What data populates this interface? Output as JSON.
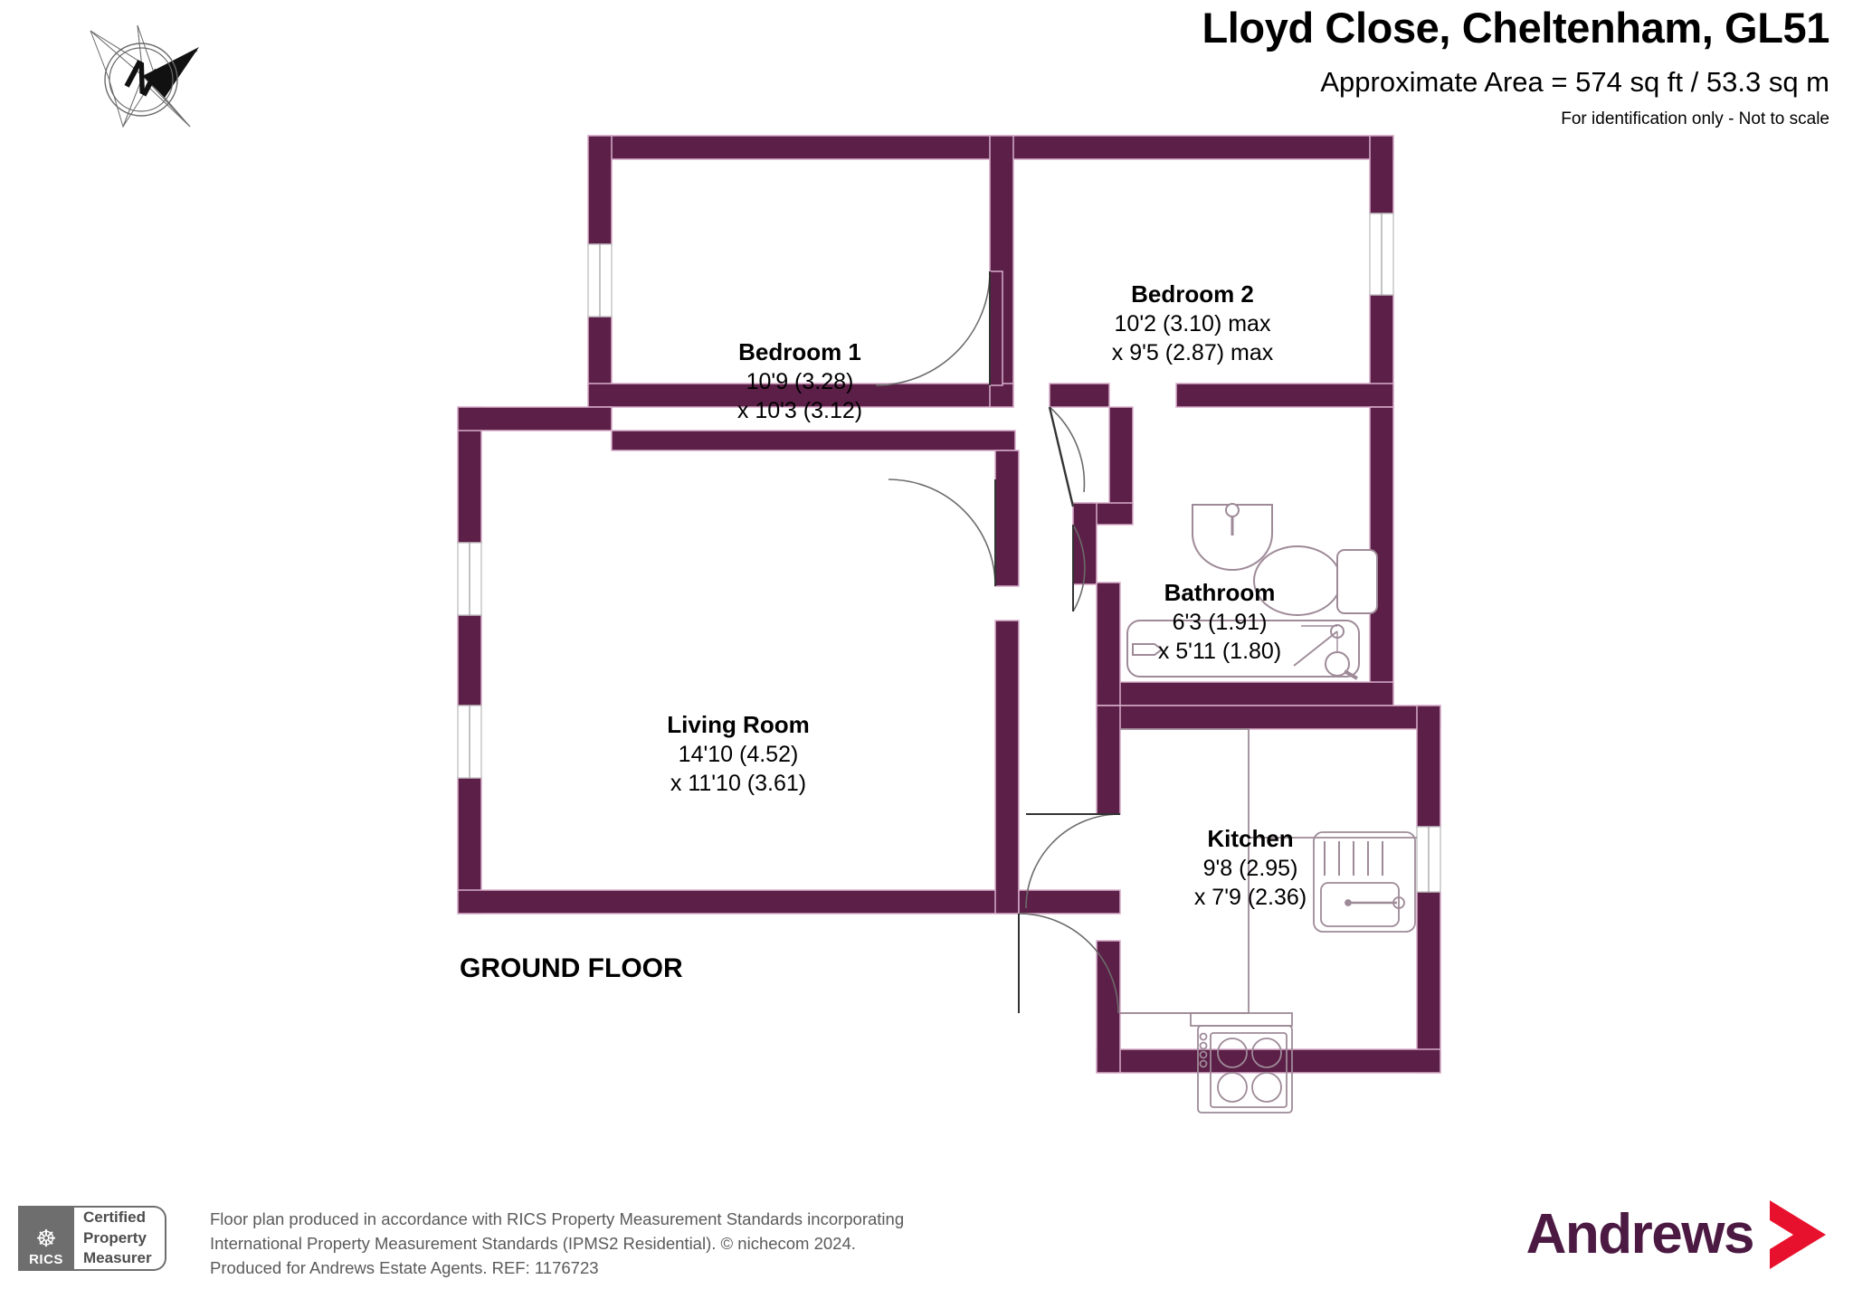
{
  "header": {
    "title": "Lloyd Close, Cheltenham, GL51",
    "area": "Approximate Area = 574 sq ft / 53.3 sq m",
    "notice": "For identification only - Not to scale"
  },
  "compass": {
    "north_letter": "N"
  },
  "plan": {
    "floor_title": "GROUND FLOOR",
    "rooms": [
      {
        "name": "Bedroom 1",
        "dim1": "10'9 (3.28)",
        "dim2": "x 10'3 (3.12)"
      },
      {
        "name": "Bedroom 2",
        "dim1": "10'2 (3.10) max",
        "dim2": "x 9'5 (2.87) max"
      },
      {
        "name": "Bathroom",
        "dim1": "6'3 (1.91)",
        "dim2": "x 5'11 (1.80)"
      },
      {
        "name": "Living Room",
        "dim1": "14'10 (4.52)",
        "dim2": "x 11'10 (3.61)"
      },
      {
        "name": "Kitchen",
        "dim1": "9'8 (2.95)",
        "dim2": "x 7'9 (2.36)"
      }
    ]
  },
  "footer": {
    "rics": {
      "line1": "Certified",
      "line2": "Property",
      "line3": "Measurer",
      "mark": "RICS"
    },
    "disclaimer": {
      "line1": "Floor plan produced in accordance with RICS Property Measurement Standards incorporating",
      "line2": "International Property Measurement Standards (IPMS2 Residential).   © nichecom 2024.",
      "line3": "Produced for Andrews Estate Agents.   REF:   1176723"
    },
    "brand": {
      "name": "Andrews"
    }
  },
  "colors": {
    "wall": "#5C1F47",
    "wall_edge": "#d7aecb",
    "fixture_line": "#9e8a98",
    "brand_text": "#4b1942",
    "brand_chevron": "#e8112d",
    "text": "#000000",
    "footer_text": "#5a5a5a"
  }
}
